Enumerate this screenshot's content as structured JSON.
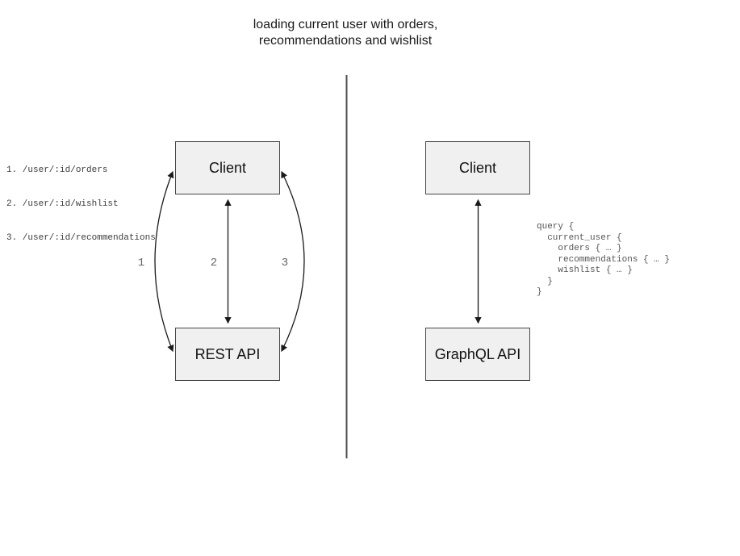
{
  "title": "loading current user with orders,\nrecommendations and wishlist",
  "colors": {
    "box_fill": "#f0f0f0",
    "box_border": "#474747",
    "arrow": "#1a1a1a",
    "divider": "#4d4d4d",
    "arrow_label_text": "#666666",
    "code_text": "#555555",
    "endpoint_text": "#3c3c3c"
  },
  "rest_panel": {
    "client_label": "Client",
    "api_label": "REST API",
    "endpoints": [
      "1. /user/:id/orders",
      "2. /user/:id/wishlist",
      "3. /user/:id/recommendations"
    ],
    "arrow_labels": [
      "1",
      "2",
      "3"
    ]
  },
  "graphql_panel": {
    "client_label": "Client",
    "api_label": "GraphQL API",
    "query": "query {\n  current_user {\n    orders { … }\n    recommendations { … }\n    wishlist { … }\n  }\n}"
  }
}
